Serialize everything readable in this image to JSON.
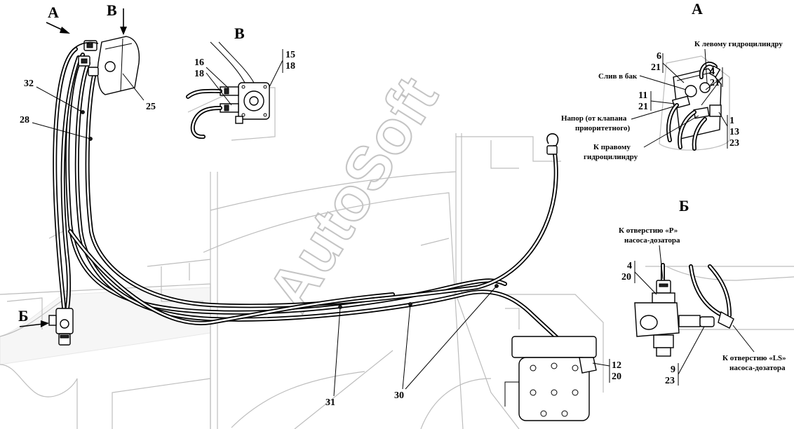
{
  "watermark": "AutoSoft",
  "views": {
    "a_main": "А",
    "b_main": "Б",
    "v_main": "В",
    "v_detail": "В",
    "a_detail": "А",
    "b_detail": "Б"
  },
  "main_labels": {
    "p25": "25",
    "p32": "32",
    "p28": "28",
    "p31": "31",
    "p30": "30",
    "p12": "12",
    "p20": "20"
  },
  "detail_v_labels": {
    "p16": "16",
    "p18a": "18",
    "p15": "15",
    "p18b": "18"
  },
  "detail_a_labels": {
    "p6": "6",
    "p21a": "21",
    "p11": "11",
    "p21b": "21",
    "p4": "4",
    "p21c": "21",
    "p1": "1",
    "p13": "13",
    "p23": "23"
  },
  "detail_a_notes": {
    "left_cyl": "К левому гидроцилиндру",
    "tank": "Слив в бак",
    "pressure_1": "Напор (от клапана",
    "pressure_2": "приоритетного)",
    "right_cyl_1": "К правому",
    "right_cyl_2": "гидроцилиндру"
  },
  "detail_b_labels": {
    "p4": "4",
    "p20": "20",
    "p9": "9",
    "p23": "23"
  },
  "detail_b_notes": {
    "p_port_1": "К отверстию «Р»",
    "p_port_2": "насоса-дозатора",
    "ls_port_1": "К отверстию «LS»",
    "ls_port_2": "насоса-дозатора"
  }
}
